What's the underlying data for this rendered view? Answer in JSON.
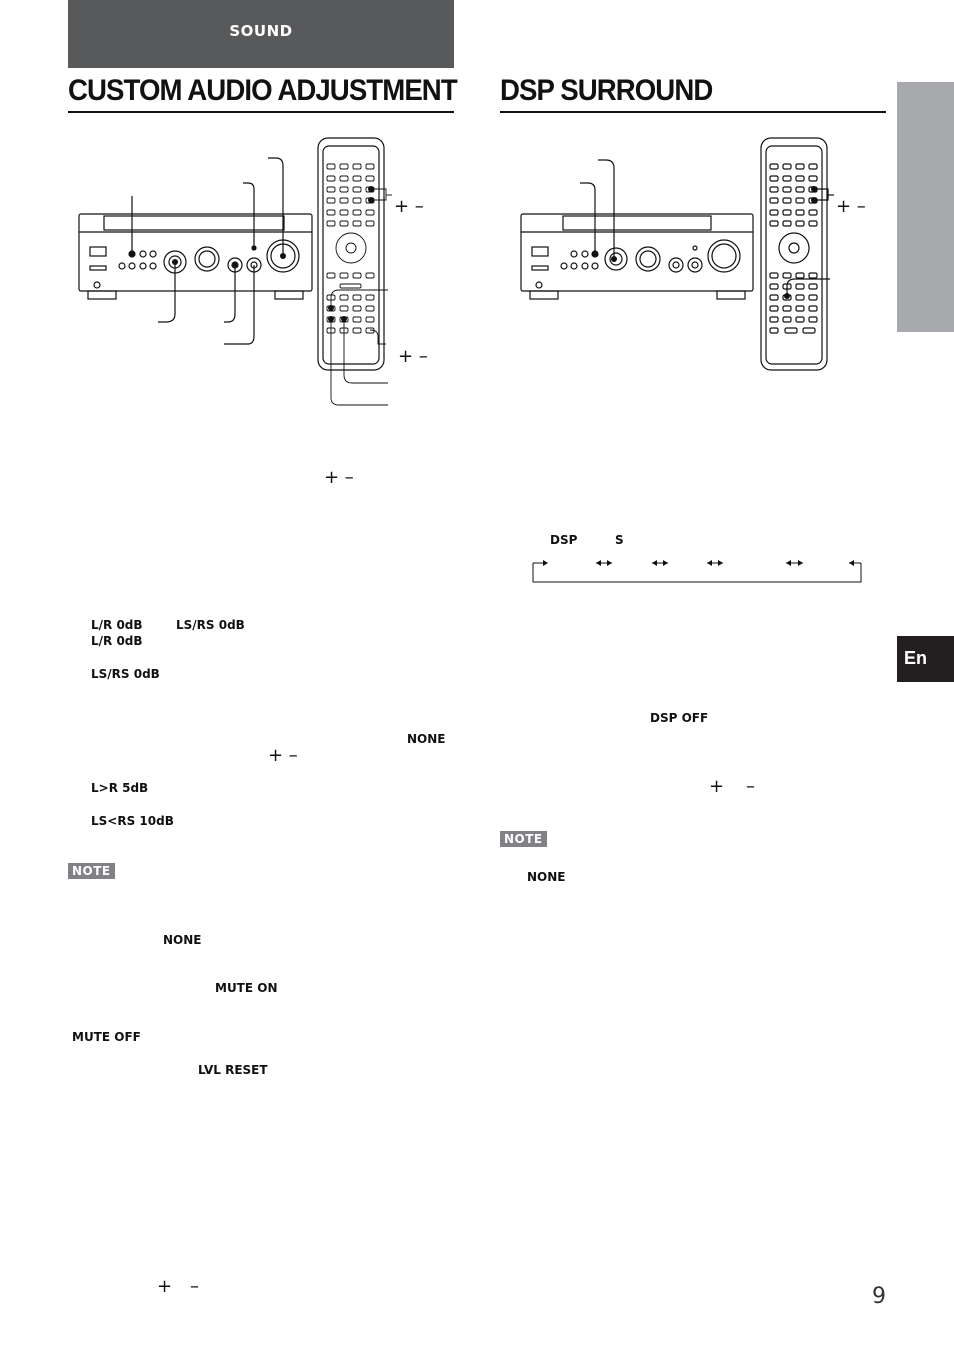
{
  "header": {
    "section": "SOUND"
  },
  "left": {
    "title": "CUSTOM AUDIO ADJUSTMENT",
    "diagram_plus_minus_top": "+ –",
    "diagram_plus_minus_bottom": "+ –",
    "step_plus_minus": "+ –",
    "label_lr_0db_a": "L/R 0dB",
    "label_lsrs_0db_a": "LS/RS 0dB",
    "label_lr_0db_b": "L/R 0dB",
    "label_lsrs_0db_b": "LS/RS 0dB",
    "label_none_a": "NONE",
    "step_plus_minus_2": "+ –",
    "label_lr_5db": "L>R 5dB",
    "label_lsrs_10db": "LS<RS 10dB",
    "note": "NOTE",
    "label_none_b": "NONE",
    "label_mute_on": "MUTE ON",
    "label_mute_off": "MUTE OFF",
    "label_lvl_reset": "LVL RESET",
    "bottom_plus": "+",
    "bottom_minus": "–"
  },
  "right": {
    "title": "DSP SURROUND",
    "diagram_plus_minus": "+ –",
    "cycle_label_dsp": "DSP",
    "cycle_label_s": "S",
    "label_dsp_off": "DSP OFF",
    "plus": "+",
    "minus": "–",
    "note": "NOTE",
    "label_none": "NONE"
  },
  "sidebar": {
    "language_tab": "En"
  },
  "footer": {
    "page_number": "9"
  }
}
